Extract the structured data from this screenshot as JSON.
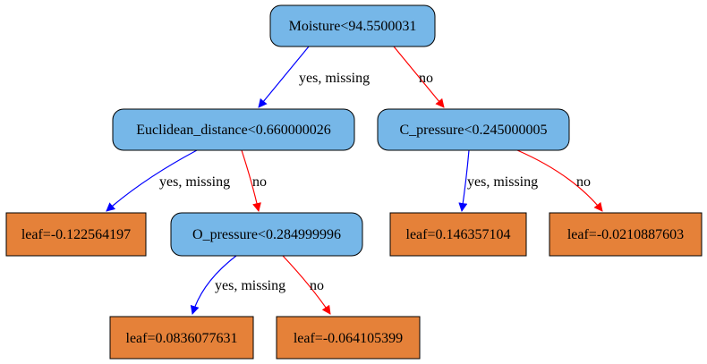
{
  "colors": {
    "split_fill": "#76b7e8",
    "leaf_fill": "#e58139",
    "border": "#000000",
    "yes_edge": "#0000ff",
    "no_edge": "#ff0000"
  },
  "nodes": {
    "root": "Moisture<94.5500031",
    "euclid": "Euclidean_distance<0.660000026",
    "cpress": "C_pressure<0.245000005",
    "opress": "O_pressure<0.284999996",
    "leaf1": "leaf=-0.122564197",
    "leaf2": "leaf=0.0836077631",
    "leaf3": "leaf=-0.064105399",
    "leaf4": "leaf=0.146357104",
    "leaf5": "leaf=-0.0210887603"
  },
  "edges": {
    "root_euclid": "yes, missing",
    "root_cpress": "no",
    "euclid_leaf1": "yes, missing",
    "euclid_opress": "no",
    "opress_leaf2": "yes, missing",
    "opress_leaf3": "no",
    "cpress_leaf4": "yes, missing",
    "cpress_leaf5": "no"
  }
}
